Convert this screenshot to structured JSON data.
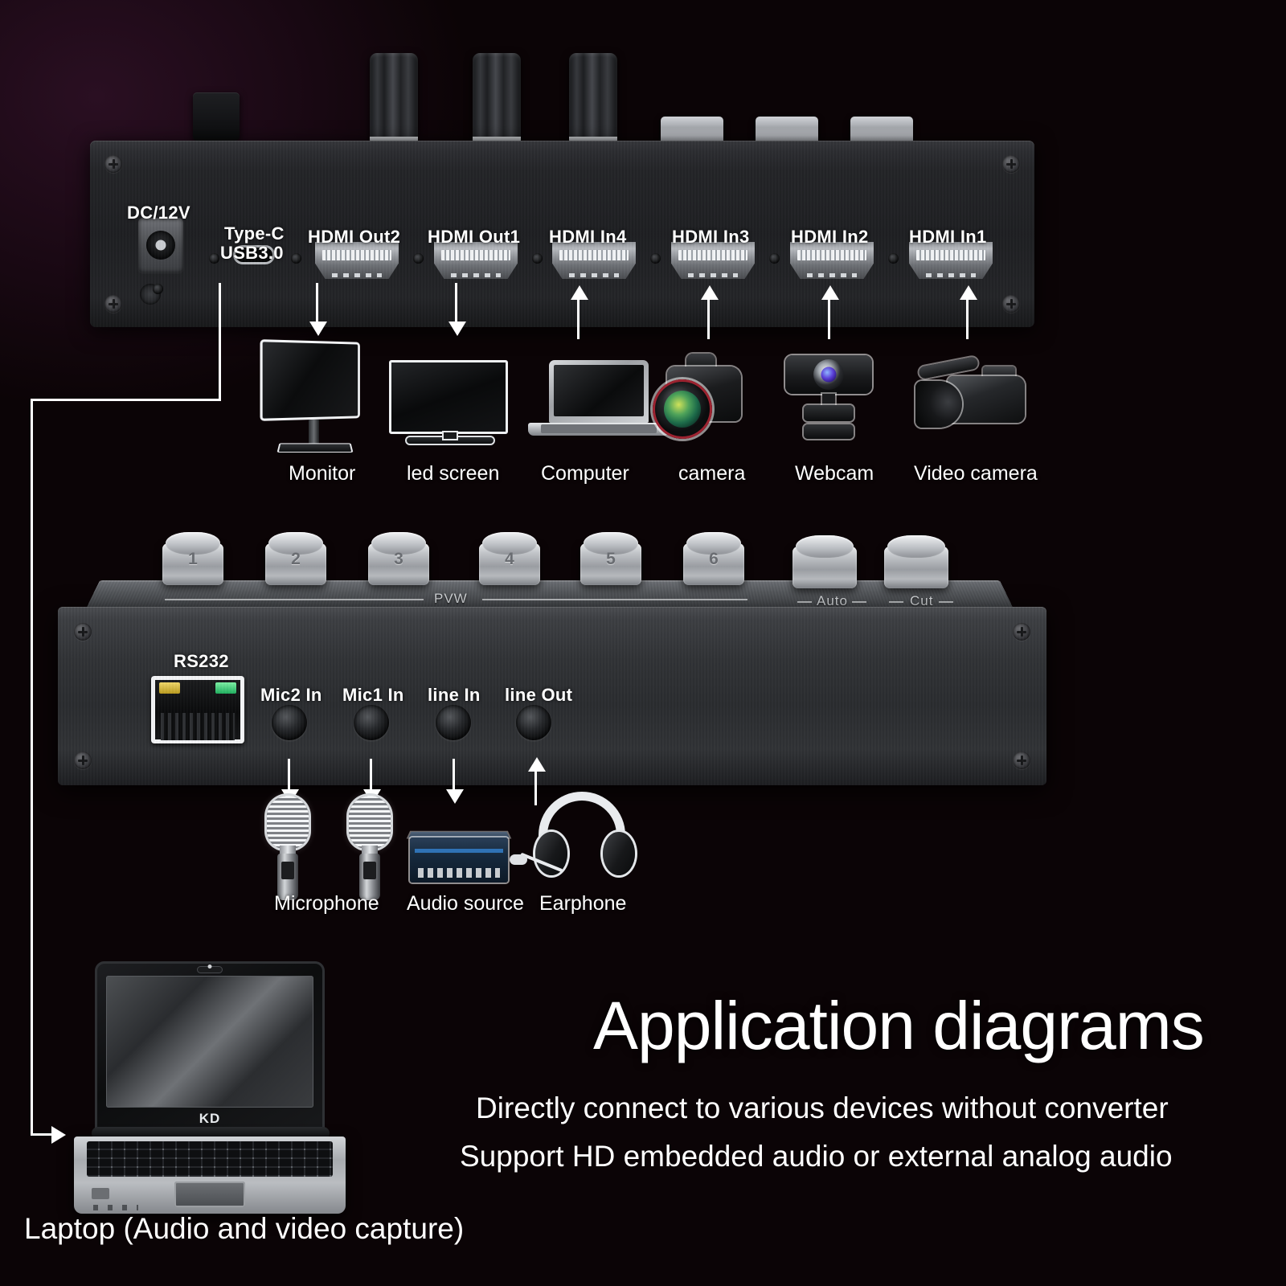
{
  "page": {
    "title": "Application diagrams",
    "taglines": [
      "Directly connect to various devices without converter",
      "Support HD embedded audio or external analog audio"
    ],
    "bottom_caption": "Laptop (Audio and video capture)",
    "background_color": "#140610",
    "accent_color": "#ffffff"
  },
  "rear_panel": {
    "ports": [
      {
        "label": "DC/12V",
        "type": "dc-jack",
        "direction": "none"
      },
      {
        "label": "Type-C\nUSB3.0",
        "type": "usb-c",
        "direction": "out"
      },
      {
        "label": "HDMI Out2",
        "type": "hdmi",
        "direction": "out"
      },
      {
        "label": "HDMI Out1",
        "type": "hdmi",
        "direction": "out"
      },
      {
        "label": "HDMI In4",
        "type": "hdmi",
        "direction": "in"
      },
      {
        "label": "HDMI In3",
        "type": "hdmi",
        "direction": "in"
      },
      {
        "label": "HDMI In2",
        "type": "hdmi",
        "direction": "in"
      },
      {
        "label": "HDMI In1",
        "type": "hdmi",
        "direction": "in"
      }
    ],
    "port_labels": {
      "dc": "DC/12V",
      "typec_line1": "Type-C",
      "typec_line2": "USB3.0",
      "hdmi_out2": "HDMI Out2",
      "hdmi_out1": "HDMI Out1",
      "hdmi_in4": "HDMI In4",
      "hdmi_in3": "HDMI In3",
      "hdmi_in2": "HDMI In2",
      "hdmi_in1": "HDMI In1"
    }
  },
  "video_devices": [
    {
      "label": "Monitor",
      "icon": "monitor-icon",
      "connected_to": "HDMI Out2"
    },
    {
      "label": "led screen",
      "icon": "tv-icon",
      "connected_to": "HDMI Out1"
    },
    {
      "label": "Computer",
      "icon": "laptop-icon",
      "connected_to": "HDMI In4"
    },
    {
      "label": "camera",
      "icon": "dslr-camera-icon",
      "connected_to": "HDMI In3"
    },
    {
      "label": "Webcam",
      "icon": "webcam-icon",
      "connected_to": "HDMI In2"
    },
    {
      "label": "Video camera",
      "icon": "camcorder-icon",
      "connected_to": "HDMI In1"
    }
  ],
  "switcher": {
    "buttons": [
      {
        "label": "1"
      },
      {
        "label": "2"
      },
      {
        "label": "3"
      },
      {
        "label": "4"
      },
      {
        "label": "5"
      },
      {
        "label": "6"
      }
    ],
    "rail_label": "PVW",
    "transition_buttons": [
      {
        "label": "Auto"
      },
      {
        "label": "Cut"
      }
    ],
    "audio_ports": {
      "rs232": "RS232",
      "mic2_in": "Mic2 In",
      "mic1_in": "Mic1 In",
      "line_in": "line In",
      "line_out": "line Out"
    }
  },
  "audio_devices": [
    {
      "label": "Microphone",
      "icon": "microphone-icon",
      "connected_to": "Mic2 In / Mic1 In"
    },
    {
      "label": "Audio source",
      "icon": "audio-source-icon",
      "connected_to": "line In"
    },
    {
      "label": "Earphone",
      "icon": "headset-icon",
      "connected_to": "line Out"
    }
  ],
  "laptop": {
    "brand_mark": "KD",
    "caption": "Laptop (Audio and video capture)",
    "connected_to": "Type-C USB3.0"
  }
}
